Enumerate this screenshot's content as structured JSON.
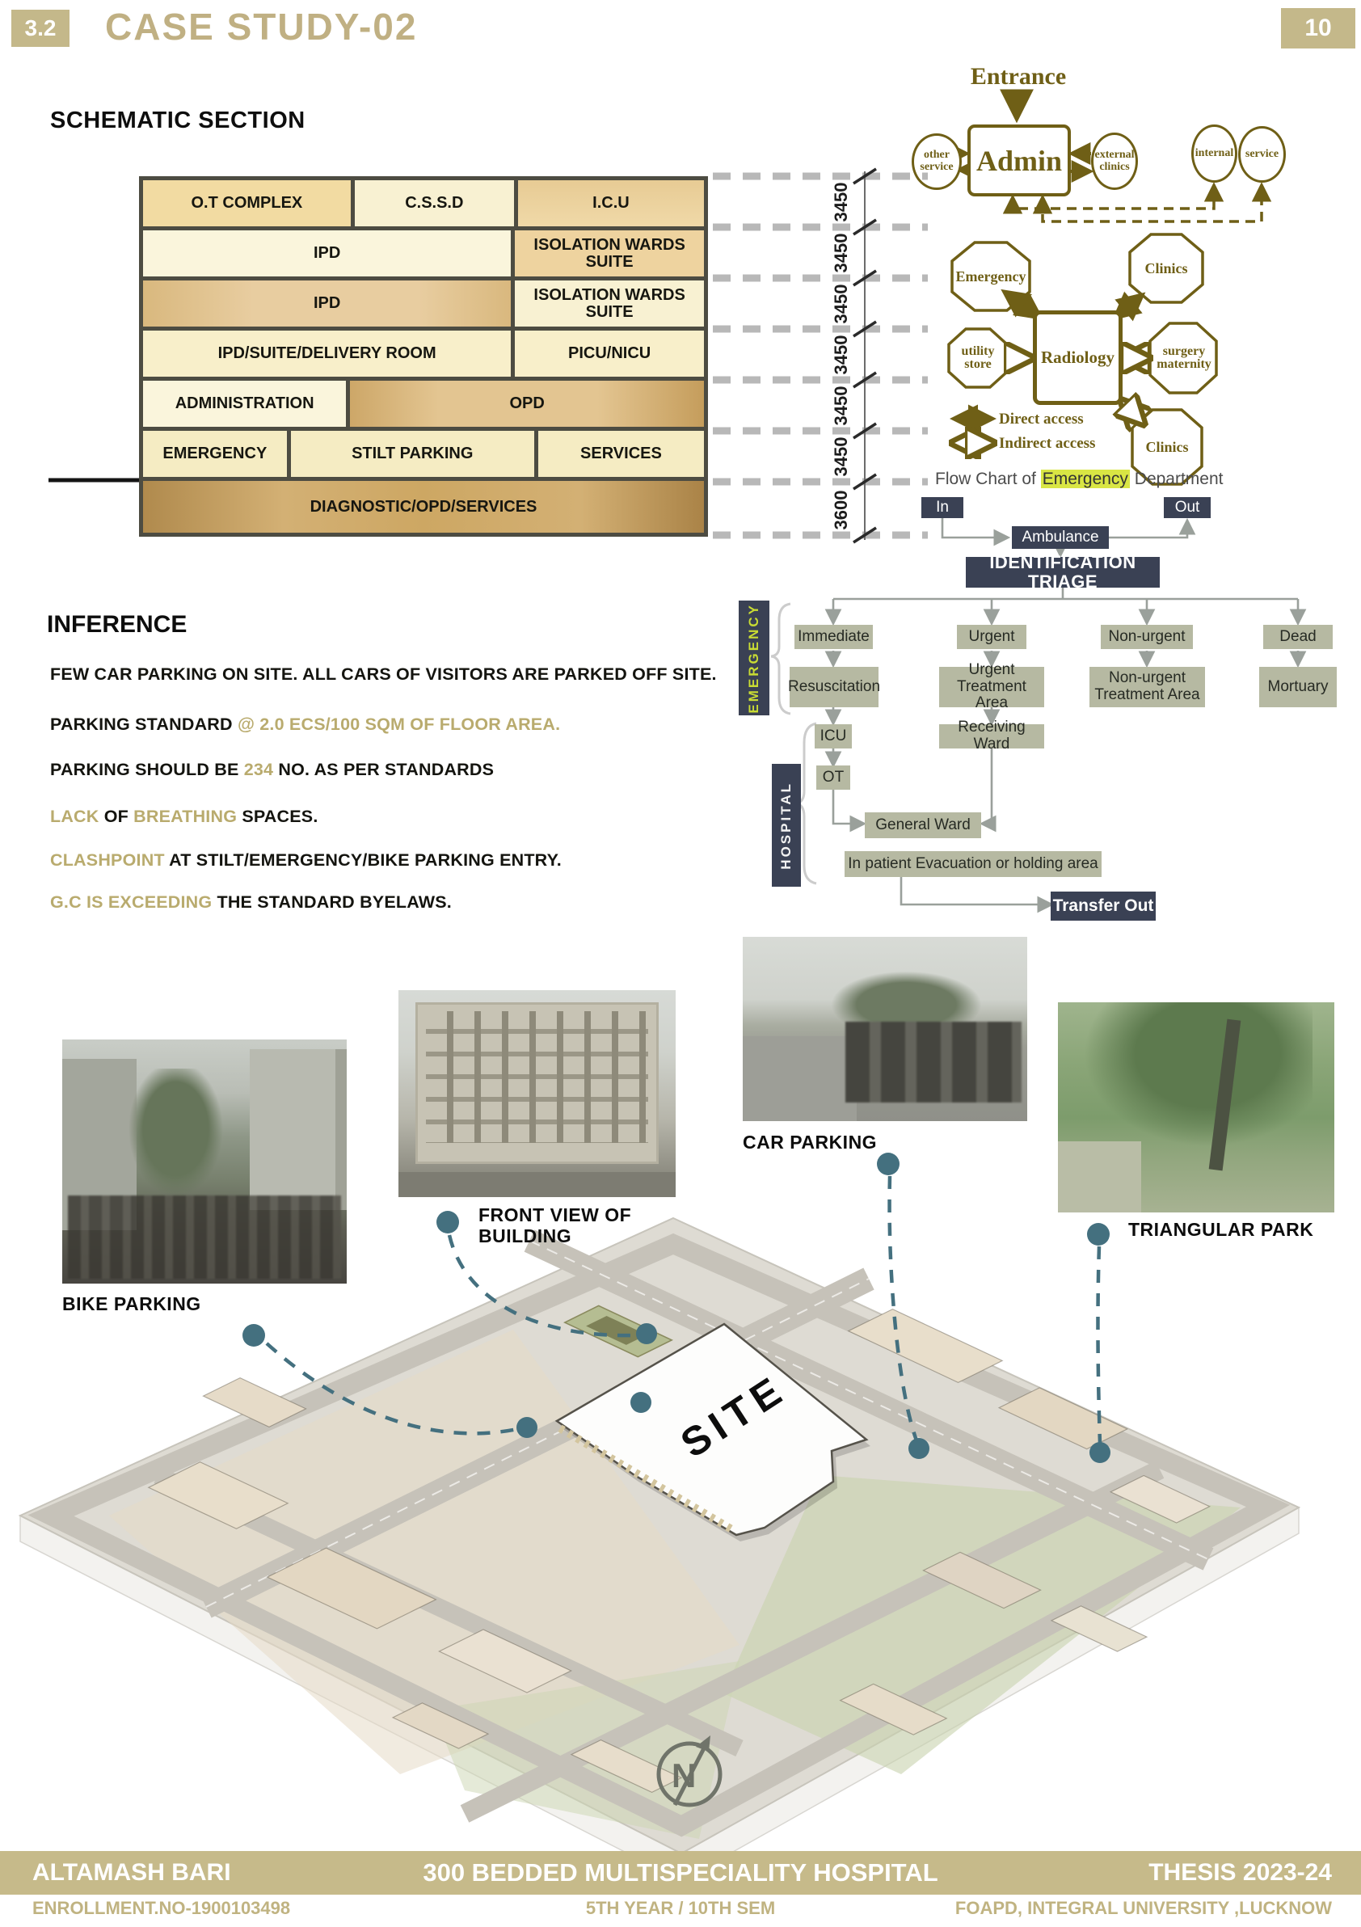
{
  "header": {
    "section_no": "3.2",
    "title": "CASE STUDY-02",
    "page_no": "10"
  },
  "schematic": {
    "heading": "SCHEMATIC SECTION",
    "floors": [
      {
        "cells": [
          {
            "label": "O.T COMPLEX"
          },
          {
            "label": "C.S.S.D"
          },
          {
            "label": "I.C.U"
          }
        ],
        "dim": "3450"
      },
      {
        "cells": [
          {
            "label": "IPD"
          },
          {
            "label": "ISOLATION WARDS SUITE"
          }
        ],
        "dim": "3450"
      },
      {
        "cells": [
          {
            "label": "IPD"
          },
          {
            "label": "ISOLATION WARDS SUITE"
          }
        ],
        "dim": "3450"
      },
      {
        "cells": [
          {
            "label": "IPD/SUITE/DELIVERY ROOM"
          },
          {
            "label": "PICU/NICU"
          }
        ],
        "dim": "3450"
      },
      {
        "cells": [
          {
            "label": "ADMINISTRATION"
          },
          {
            "label": "OPD"
          }
        ],
        "dim": "3450"
      },
      {
        "cells": [
          {
            "label": "EMERGENCY"
          },
          {
            "label": "STILT PARKING"
          },
          {
            "label": "SERVICES"
          }
        ],
        "dim": "3450"
      },
      {
        "cells": [
          {
            "label": "DIAGNOSTIC/OPD/SERVICES"
          }
        ],
        "dim": "3600"
      }
    ]
  },
  "bubble_diagram": {
    "entrance": "Entrance",
    "admin": "Admin",
    "other_service": "other service",
    "external_clinics": "external clinics",
    "internal": "internal",
    "service": "service",
    "emergency": "Emergency",
    "clinics_top": "Clinics",
    "utility_store": "utility store",
    "radiology": "Radiology",
    "surgery_maternity": "surgery maternity",
    "clinics_bottom": "Clinics",
    "legend_direct": "Direct access",
    "legend_indirect": "Indirect access"
  },
  "flowchart": {
    "title_prefix": "Flow Chart of ",
    "title_highlight": "Emergency",
    "title_suffix": " Department",
    "in": "In",
    "out": "Out",
    "ambulance": "Ambulance",
    "triage": "IDENTIFICATION TRIAGE",
    "immediate": "Immediate",
    "urgent": "Urgent",
    "non_urgent": "Non-urgent",
    "dead": "Dead",
    "resuscitation": "Resuscitation",
    "urgent_treatment": "Urgent Treatment Area",
    "non_urgent_treatment": "Non-urgent Treatment Area",
    "mortuary": "Mortuary",
    "icu": "ICU",
    "ot": "OT",
    "receiving_ward": "Receiving Ward",
    "general_ward": "General Ward",
    "evacuation": "In patient Evacuation or holding area",
    "transfer_out": "Transfer Out",
    "side_emergency": "EMERGENCY",
    "side_hospital": "HOSPITAL"
  },
  "inference": {
    "heading": "INFERENCE",
    "lines": [
      {
        "parts": [
          {
            "text": "FEW CAR PARKING ON SITE. ALL CARS OF VISITORS ARE PARKED OFF SITE."
          }
        ]
      },
      {
        "parts": [
          {
            "text": "PARKING STANDARD "
          },
          {
            "text": "@ 2.0 ECS/100 SQM OF FLOOR AREA."
          }
        ]
      },
      {
        "parts": [
          {
            "text": "PARKING SHOULD BE "
          },
          {
            "text": "234"
          },
          {
            "text": " NO. AS PER STANDARDS"
          }
        ]
      },
      {
        "parts": [
          {
            "text": "LACK"
          },
          {
            "text": " OF "
          },
          {
            "text": "BREATHING"
          },
          {
            "text": " SPACES."
          }
        ]
      },
      {
        "parts": [
          {
            "text": "CLASHPOINT"
          },
          {
            "text": " AT STILT/EMERGENCY/BIKE PARKING ENTRY."
          }
        ]
      },
      {
        "parts": [
          {
            "text": "G.C IS EXCEEDING"
          },
          {
            "text": " THE STANDARD BYELAWS."
          }
        ]
      }
    ]
  },
  "photos": {
    "bike": "BIKE PARKING",
    "front_line1": "FRONT VIEW OF",
    "front_line2": "BUILDING",
    "car": "CAR PARKING",
    "park": "TRIANGULAR PARK"
  },
  "site_map": {
    "label": "SITE",
    "compass": "N"
  },
  "footer": {
    "author": "ALTAMASH BARI",
    "project": "300 BEDDED MULTISPECIALITY HOSPITAL",
    "thesis": "THESIS 2023-24",
    "enrollment": "ENROLLMENT.NO-1900103498",
    "semester": "5TH YEAR / 10TH SEM",
    "university": "FOAPD, INTEGRAL UNIVERSITY ,LUCKNOW"
  },
  "colors": {
    "khaki": "#c4b88a",
    "accent_text": "#b9ab6e",
    "navy": "#3a4154",
    "sage": "#b6b9a2",
    "olive": "#6f5f16",
    "teal": "#44707f",
    "highlight": "#d9e644"
  }
}
